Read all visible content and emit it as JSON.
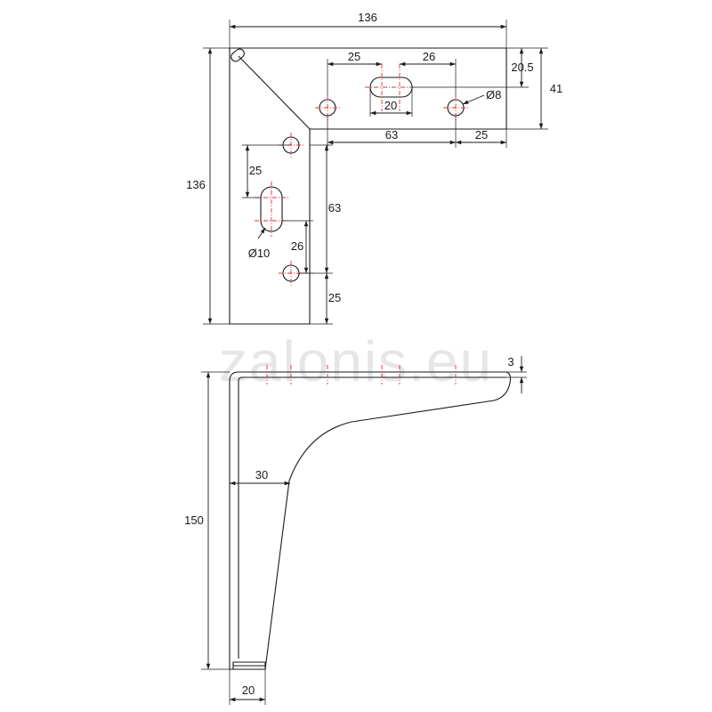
{
  "watermark": "zalonis.eu",
  "top_view": {
    "width": "136",
    "height": "136",
    "arm_height": "41",
    "slot_offset": "20.5",
    "hole_spacing_left": "25",
    "hole_spacing_right": "26",
    "slot_length": "20",
    "hole_diameter": "Ø8",
    "bottom_run": "63",
    "bottom_end": "25",
    "vertical_spacing_top": "25",
    "vertical_run": "63",
    "vertical_spacing_bottom": "26",
    "vertical_end": "25",
    "slot_diameter": "Ø10"
  },
  "side_view": {
    "thickness": "3",
    "height": "150",
    "neck_width": "30",
    "foot_width": "20"
  }
}
